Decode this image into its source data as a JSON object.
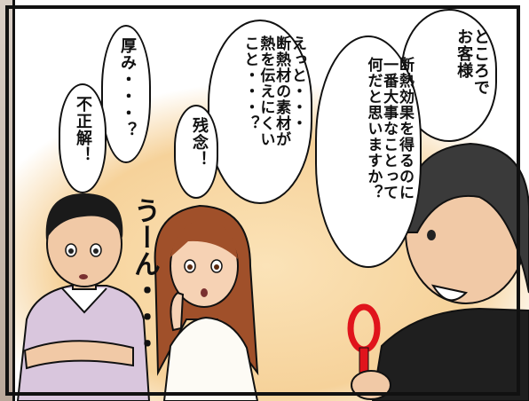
{
  "speech": {
    "salesman": "ところで\nお客様",
    "salesman_question": "断熱効果を得るのに\n一番大事なことって\n何だと思いますか？",
    "woman_answer": "えっと・・・\n断熱材の素材が\n熱を伝えにくい\nこと・・・？",
    "man_answer": "厚み・・・？",
    "wrong_man": "不正解！",
    "wrong_woman": "残念！"
  },
  "sfx": {
    "hmm": "うーん・・・"
  },
  "colors": {
    "background_glow": "#f6d29a",
    "lens_red": "#e0141c",
    "man_shirt": "#d9c6dd",
    "woman_hair": "#a0502a"
  }
}
